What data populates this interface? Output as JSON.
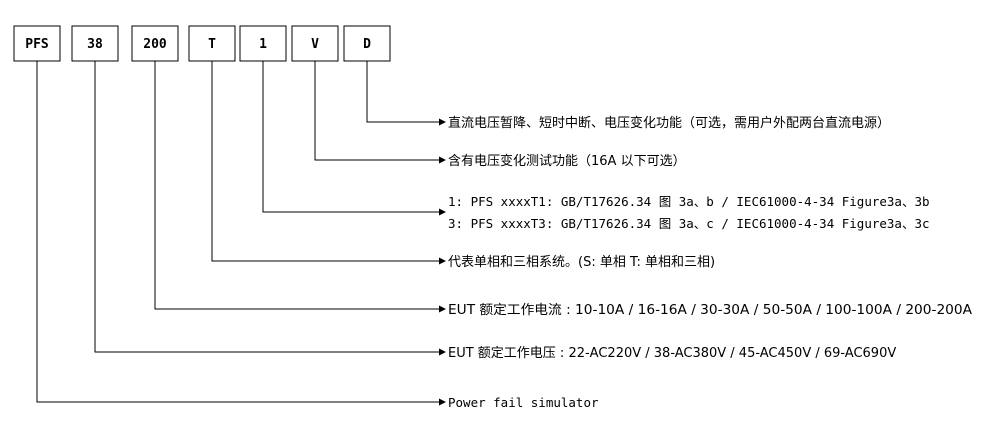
{
  "codes": [
    "PFS",
    "38",
    "200",
    "T",
    "1",
    "V",
    "D"
  ],
  "descriptions": {
    "d": "直流电压暂降、短时中断、电压变化功能（可选，需用户外配两台直流电源）",
    "v": "含有电压变化测试功能（16A 以下可选）",
    "t1_line1": "1: PFS xxxxT1: GB/T17626.34  图 3a、b / IEC61000-4-34   Figure3a、3b",
    "t1_line2": "3: PFS xxxxT3: GB/T17626.34  图 3a、c / IEC61000-4-34   Figure3a、3c",
    "t": "代表单相和三相系统。(S: 单相  T: 单相和三相)",
    "current": "EUT 额定工作电流 : 10-10A / 16-16A / 30-30A / 50-50A / 100-100A / 200-200A",
    "voltage": "EUT 额定工作电压 : 22-AC220V / 38-AC380V / 45-AC450V / 69-AC690V",
    "pfs": "Power fail simulator"
  }
}
